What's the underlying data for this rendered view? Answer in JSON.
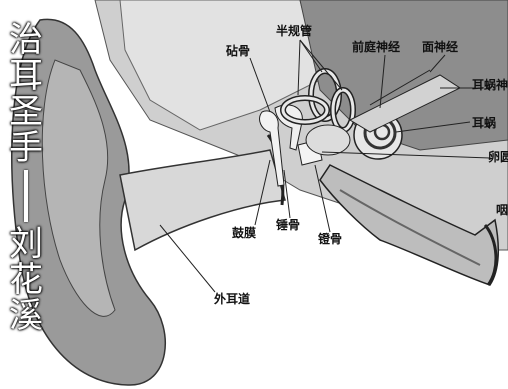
{
  "watermark": {
    "chars_top": [
      "治",
      "耳",
      "圣",
      "手"
    ],
    "chars_bottom": [
      "刘",
      "花",
      "溪"
    ]
  },
  "labels": {
    "anvil": "砧骨",
    "canals": "半规管",
    "vestibular_nerve": "前庭神经",
    "facial_nerve": "面神经",
    "cochlear_nerve": "耳蜗神",
    "cochlea": "耳蜗",
    "oval_window": "卵圆",
    "eustachian": "咽",
    "eardrum": "鼓膜",
    "hammer": "锤骨",
    "stirrup": "镫骨",
    "ear_canal": "外耳道"
  }
}
